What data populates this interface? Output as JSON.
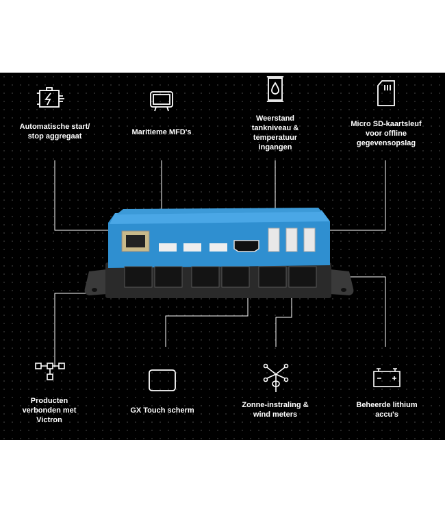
{
  "features_top": [
    {
      "label": "Automatische start/\nstop aggregaat",
      "icon": "generator-icon"
    },
    {
      "label": "Maritieme MFD's",
      "icon": "mfd-display-icon"
    },
    {
      "label": "Weerstand\ntankniveau &\ntemperatuur\ningangen",
      "icon": "tank-level-icon"
    },
    {
      "label": "Micro SD-kaartsleuf\nvoor offline\ngegevensopslag",
      "icon": "sd-card-icon"
    }
  ],
  "features_bottom": [
    {
      "label": "Producten\nverbonden met\nVictron",
      "icon": "network-nodes-icon"
    },
    {
      "label": "GX Touch scherm",
      "icon": "touch-screen-icon"
    },
    {
      "label": "Zonne-instraling &\nwind meters",
      "icon": "anemometer-icon"
    },
    {
      "label": "Beheerde lithium\naccu's",
      "icon": "battery-icon"
    }
  ],
  "colors": {
    "background": "#000000",
    "device_blue": "#2f8fd0",
    "device_base": "#2a2a2a",
    "line": "#ffffff"
  }
}
